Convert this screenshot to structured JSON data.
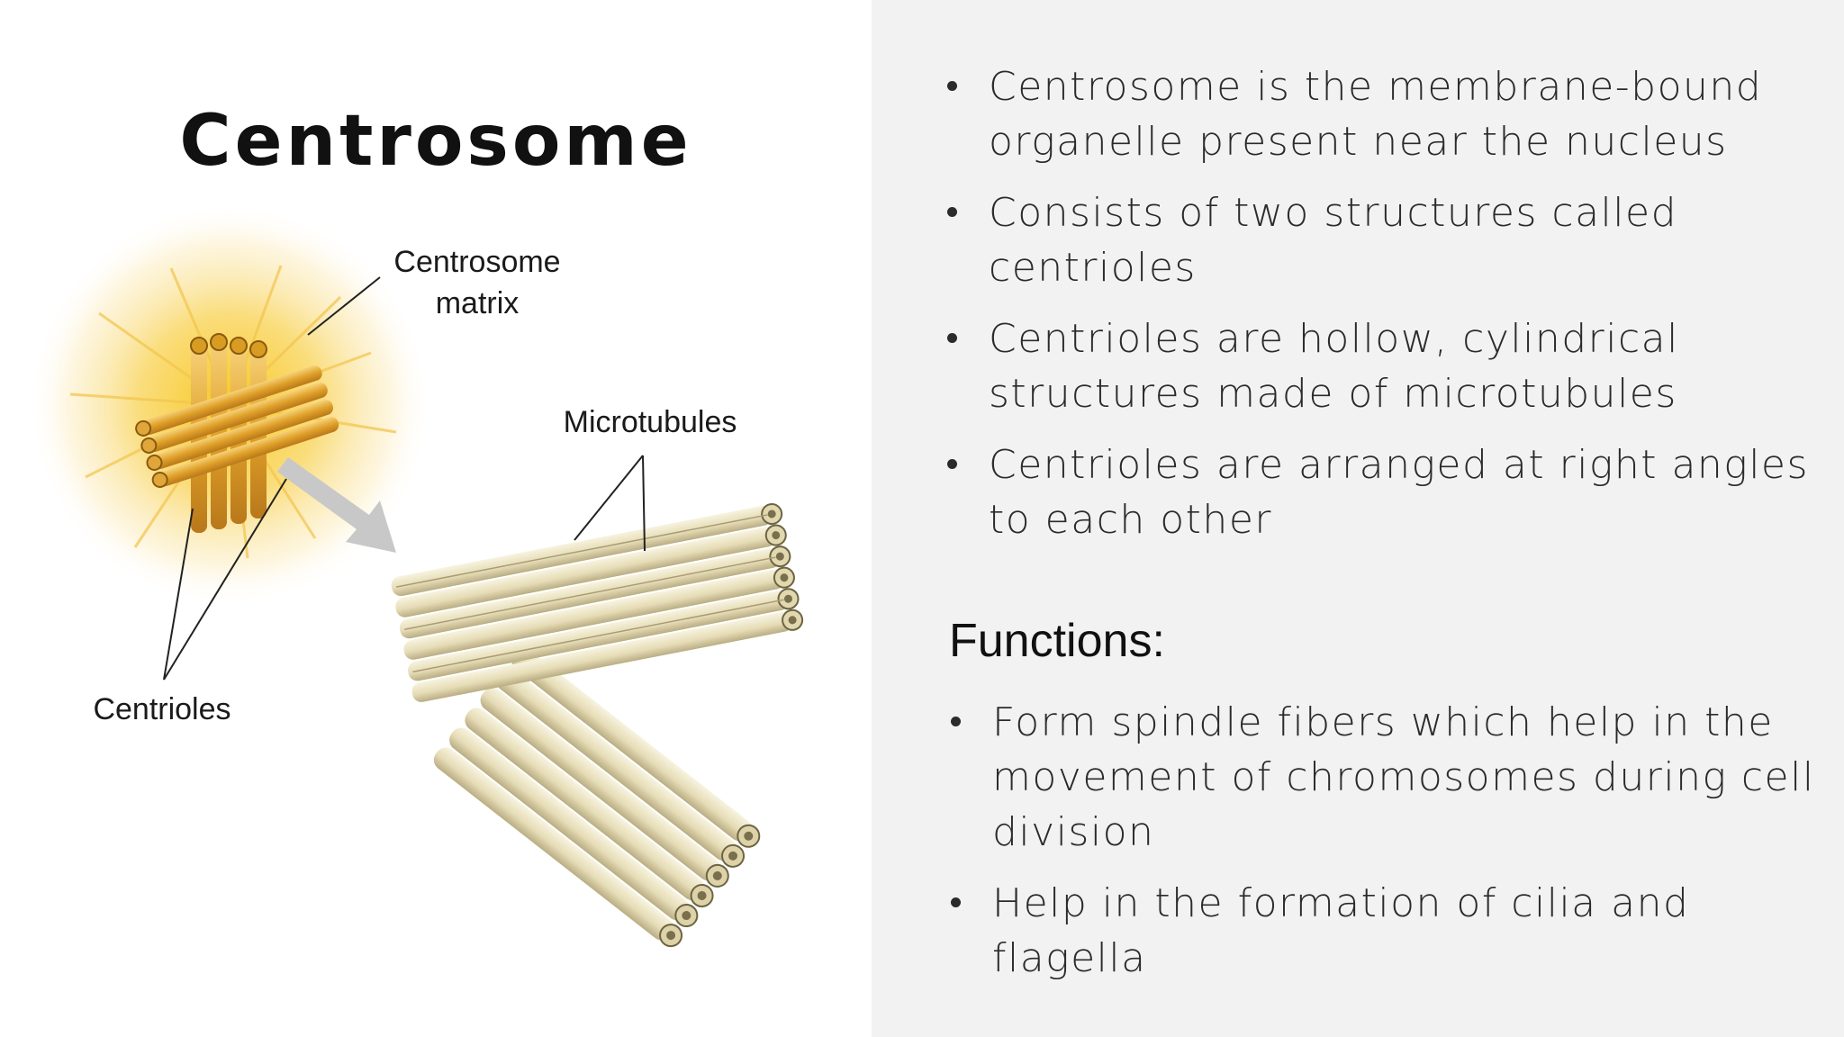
{
  "slide": {
    "title": "Centrosome"
  },
  "diagram": {
    "labels": {
      "centrosome_matrix": "Centrosome matrix",
      "microtubules": "Microtubules",
      "centrioles": "Centrioles"
    },
    "colors": {
      "glow": "#f5c21b",
      "centriole_tube": "#e3a52a",
      "microtubule_tube": "#e9e2c2",
      "arrow": "#c8c8c8"
    }
  },
  "bullets": [
    "Centrosome is the membrane-bound organelle present near the nucleus",
    "Consists of two structures called centrioles",
    "Centrioles are hollow, cylindrical structures made of microtubules",
    "Centrioles are arranged at right angles to each other"
  ],
  "functions": {
    "heading": "Functions:",
    "items": [
      "Form spindle fibers which help in the movement of chromosomes during cell division",
      "Help in the formation of cilia and flagella"
    ]
  }
}
